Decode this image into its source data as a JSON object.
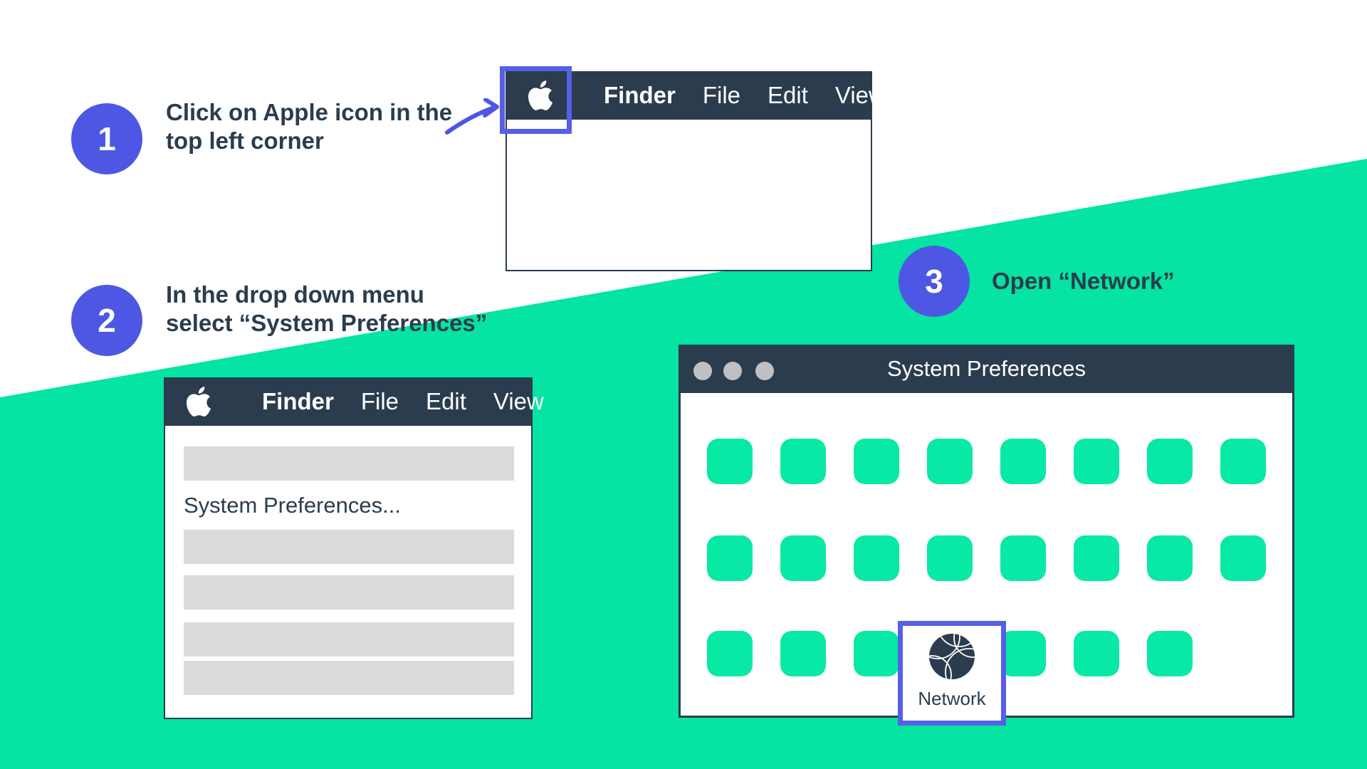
{
  "colors": {
    "teal": "#05E4A3",
    "icon_teal": "#08E9A6",
    "navy": "#2B3C4E",
    "indigo": "#4D57E4",
    "box_indigo": "#5560E4",
    "gray_bar": "#DBDBDB",
    "dot_gray": "#C0C0C2",
    "text_navy": "#2B3C4E",
    "white": "#FFFFFF"
  },
  "steps": [
    {
      "number": "1",
      "lines": [
        "Click on Apple icon in the",
        "top left corner"
      ]
    },
    {
      "number": "2",
      "lines": [
        "In the drop down menu",
        "select “System Preferences”"
      ]
    },
    {
      "number": "3",
      "lines": [
        "Open “Network”"
      ]
    }
  ],
  "menu_bar": {
    "apple_icon": "apple-logo-icon",
    "items": [
      {
        "label": "Finder",
        "active": true
      },
      {
        "label": "File",
        "active": false
      },
      {
        "label": "Edit",
        "active": false
      },
      {
        "label": "View",
        "active": false
      }
    ]
  },
  "dropdown_menu": {
    "highlighted_item": "System Preferences...",
    "placeholder_bars": 5
  },
  "system_preferences_window": {
    "title": "System Preferences",
    "traffic_lights": 3,
    "grid": {
      "columns": 8,
      "rows": [
        [
          "app",
          "app",
          "app",
          "app",
          "app",
          "app",
          "app",
          "app"
        ],
        [
          "app",
          "app",
          "app",
          "app",
          "app",
          "app",
          "app",
          "app"
        ],
        [
          "app",
          "app",
          "app",
          "network",
          "app",
          "app",
          "app",
          "empty"
        ]
      ]
    },
    "highlighted_app": {
      "label": "Network",
      "icon": "network-globe-icon"
    }
  }
}
